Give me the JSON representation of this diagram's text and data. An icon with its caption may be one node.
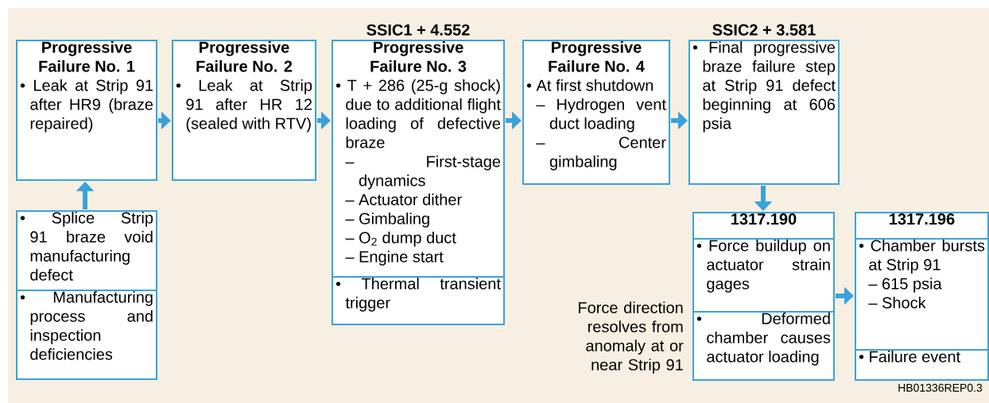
{
  "diagram": {
    "nodes": [
      {
        "text": [
          "Progressive Failure No. 1",
          "• Leak at Strip 91 after HR9 (braze repaired)"
        ]
      },
      {
        "text": [
          "• Splice Strip 91 braze void manufacturing defect"
        ]
      },
      {
        "text": [
          "• Manufacturing process and inspection deficiencies"
        ]
      },
      {
        "text": [
          "Progressive Failure No. 2",
          "• Leak at Strip 91 after HR 12 (sealed with RTV)"
        ]
      },
      {
        "text": [
          "Progressive Failure No. 3",
          "• T + 286 (25-g shock) due to additional flight loading of defective braze",
          "– First-stage dynamics",
          "– Actuator dither",
          "– Gimbaling",
          "– O$_{2}$ dump duct",
          "– Engine start"
        ],
        "beside": [
          "SSIC1 + 4.552"
        ]
      },
      {
        "text": [
          "• Thermal transient trigger"
        ]
      },
      {
        "text": [
          "Progressive Failure No. 4",
          "• At first shutdown",
          "– Hydrogen vent duct loading",
          "– Center gimbaling"
        ]
      },
      {
        "text": [
          "• Final progressive braze failure step at Strip 91 defect beginning at 606 psia"
        ],
        "beside": [
          "SSIC2 + 3.581"
        ]
      },
      {
        "text": [
          "1317.190"
        ]
      },
      {
        "text": [
          "• Force buildup on actuator strain gages"
        ]
      },
      {
        "text": [
          "• Deformed chamber causes actuator loading"
        ]
      },
      {
        "text": [
          "1317.196"
        ]
      },
      {
        "text": [
          "• Chamber bursts at Strip 91",
          "– 615 psia",
          "– Shock"
        ]
      },
      {
        "text": [
          "• Failure event"
        ]
      }
    ],
    "edges": [
      {
        "from": 0,
        "to": 3,
        "arrow": "to"
      },
      {
        "from": 3,
        "to": 4,
        "arrow": "to"
      },
      {
        "from": 4,
        "to": 6,
        "arrow": "to"
      },
      {
        "from": 6,
        "to": 7,
        "arrow": "to"
      },
      {
        "from": 1,
        "to": 0,
        "arrow": "to"
      },
      {
        "from": 7,
        "to": 8,
        "arrow": "to"
      },
      {
        "from": 9,
        "to": 12,
        "arrow": "to"
      }
    ],
    "labels": [
      "Force direction resolves from anomaly at or near Strip 91",
      "HB01336REP0.3"
    ]
  }
}
